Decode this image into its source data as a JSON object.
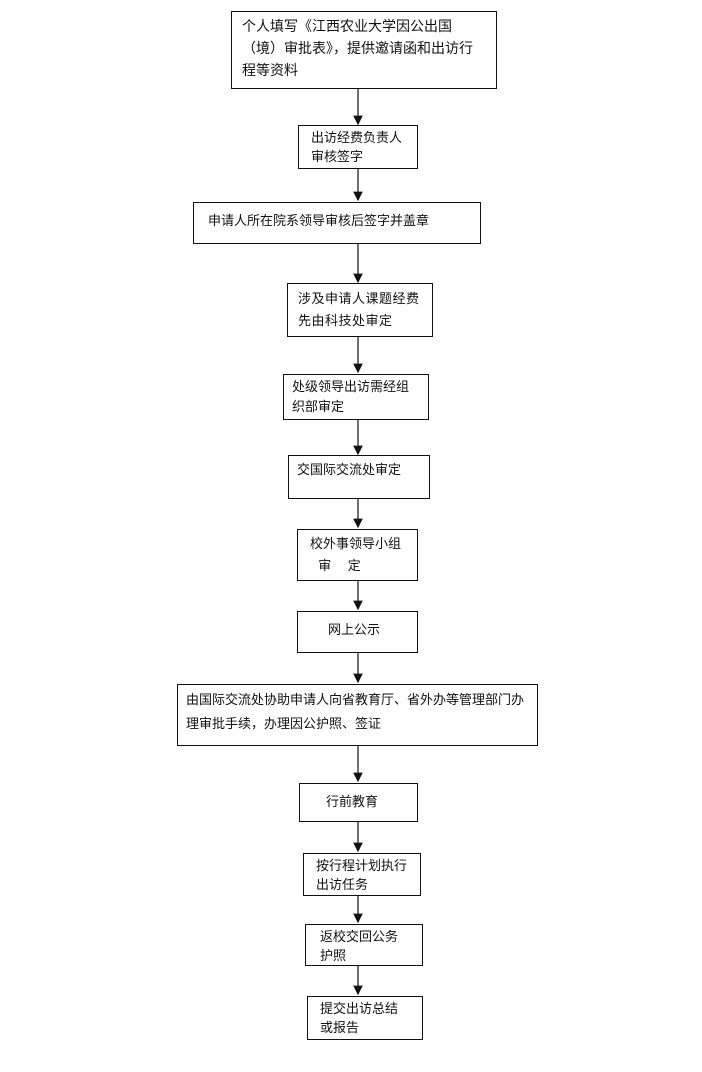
{
  "flowchart": {
    "steps": [
      {
        "text": "个人填写《江西农业大学因公出国（境）审批表》，提供邀请函和出访行程等资料"
      },
      {
        "text": "出访经费负责人审核签字"
      },
      {
        "text": "申请人所在院系领导审核后签字并盖章"
      },
      {
        "text": "涉及申请人课题经费先由科技处审定"
      },
      {
        "text": "处级领导出访需经组织部审定"
      },
      {
        "text": "交国际交流处审定"
      },
      {
        "text": "校外事领导小组\n  审    定"
      },
      {
        "text": "网上公示"
      },
      {
        "text": "由国际交流处协助申请人向省教育厅、省外办等管理部门办理审批手续，办理因公护照、签证"
      },
      {
        "text": "行前教育"
      },
      {
        "text": "按行程计划执行出访任务"
      },
      {
        "text": "返校交回公务护照"
      },
      {
        "text": "提交出访总结或报告"
      }
    ]
  }
}
